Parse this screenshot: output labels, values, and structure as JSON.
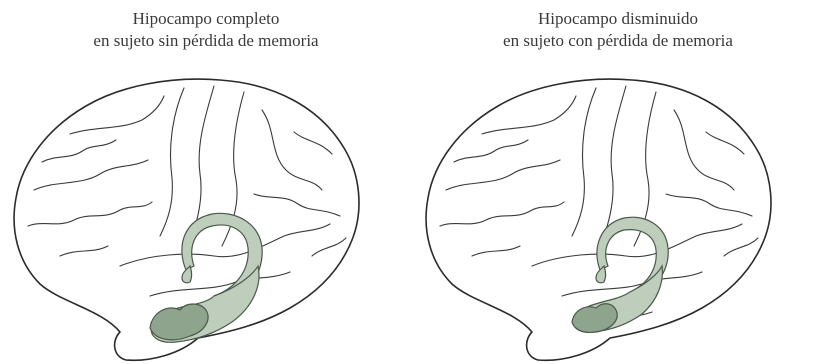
{
  "panels": [
    {
      "caption_line1": "Hipocampo completo",
      "caption_line2": "en sujeto sin pérdida de memoria",
      "hippocampus": "complete"
    },
    {
      "caption_line1": "Hipocampo disminuido",
      "caption_line2": "en sujeto con pérdida de memoria",
      "hippocampus": "reduced"
    }
  ],
  "colors": {
    "hippocampus_fill": "#bfcdbd",
    "hippocampus_shade": "#8fa48d",
    "outline": "#2b2b2b"
  }
}
